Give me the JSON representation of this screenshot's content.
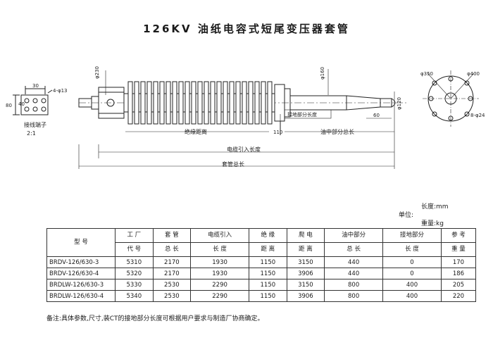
{
  "title": "126KV 油纸电容式短尾变压器套管",
  "terminal": {
    "label": "接线端子",
    "scale": "2:1",
    "dims": [
      "30",
      "4-φ13",
      "80",
      "40"
    ]
  },
  "drawing": {
    "labels": {
      "insulation_distance": "绝缘距离",
      "ground_length": "接地部分长度",
      "oil_length": "油中部分总长",
      "cable_length": "电缆引入长度",
      "total_length": "套管总长"
    },
    "dims": {
      "d230": "φ230",
      "d160": "φ160",
      "d120": "φ120",
      "d60": "60",
      "d110": "110"
    },
    "flange": {
      "d350": "φ350",
      "d400": "φ400",
      "holes": "8-φ24"
    }
  },
  "units": {
    "length": "长度:mm",
    "unit": "单位:",
    "weight": "重量:kg"
  },
  "table": {
    "headers": [
      {
        "line1": "型    号",
        "line2": ""
      },
      {
        "line1": "工  厂",
        "line2": "代  号"
      },
      {
        "line1": "套  管",
        "line2": "总  长"
      },
      {
        "line1": "电缆引入",
        "line2": "长  度"
      },
      {
        "line1": "绝  缘",
        "line2": "距  离"
      },
      {
        "line1": "爬  电",
        "line2": "距  离"
      },
      {
        "line1": "油中部分",
        "line2": "总  长"
      },
      {
        "line1": "接地部分",
        "line2": "长  度"
      },
      {
        "line1": "参  考",
        "line2": "重  量"
      }
    ],
    "rows": [
      [
        "BRDV-126/630-3",
        "5310",
        "2170",
        "1930",
        "1150",
        "3150",
        "440",
        "0",
        "170"
      ],
      [
        "BRDV-126/630-4",
        "5320",
        "2170",
        "1930",
        "1150",
        "3906",
        "440",
        "0",
        "186"
      ],
      [
        "BRDLW-126/630-3",
        "5330",
        "2530",
        "2290",
        "1150",
        "3150",
        "800",
        "400",
        "205"
      ],
      [
        "BRDLW-126/630-4",
        "5340",
        "2530",
        "2290",
        "1150",
        "3906",
        "800",
        "400",
        "220"
      ]
    ]
  },
  "note": "备注:具体参数,尺寸,装CT的接地部分长度可根据用户要求与制造厂协商确定。"
}
